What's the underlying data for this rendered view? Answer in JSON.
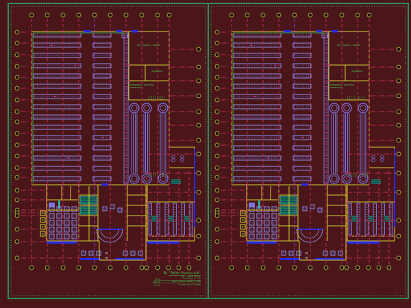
{
  "drawing": {
    "kind": "architectural-floor-plan",
    "sheets": [
      {
        "id": "sheet-1",
        "has_title_block": true
      },
      {
        "id": "sheet-2",
        "has_title_block": false
      }
    ]
  },
  "labels": {
    "receiving_hall": "зал приема товаров",
    "storeroom": "кладовая",
    "storage_line1": "помещение хранения",
    "storage_line2": "инвентаря",
    "entrance_mark_upper": "М",
    "entrance_mark_lower": "М"
  },
  "title_block": {
    "header": "ВЦ \"Любви Карельской\"",
    "subheader": "зал в едином замене",
    "rows": [
      {
        "label": "Архив",
        "value": "Разрешение В 1:50"
      },
      {
        "label": "Масштаб",
        "value": "Джон Смирнов примеч по ДОМ"
      },
      {
        "label": "Чертил",
        "value": "по дому для по примен"
      }
    ]
  },
  "counts": {
    "grid_columns": 10,
    "shelf_rows": 15,
    "dining_table_rows": 5,
    "dining_table_columns": 4,
    "escalators": 3,
    "stall_bays": 6
  },
  "colors": {
    "background": "#4a161a",
    "frame": "#2f8f5b",
    "frame_dots": "#46b273",
    "frame_shadow": "#3a3a18",
    "wall": "#d2d22e",
    "wall_inner": "#3da23d",
    "grid_line": "#c12a52",
    "grid_line_alt": "#8a3fd0",
    "bubble": "#949a38",
    "shelf": "#8f8de0",
    "shelf_inner": "#5e5ccc",
    "door": "#2a2ae6",
    "fixture": "#7b74dc",
    "teal": "#2fae9c",
    "label": "#49c24d",
    "accent_dot": "#d23a9a",
    "light": "#cfcfe8"
  }
}
